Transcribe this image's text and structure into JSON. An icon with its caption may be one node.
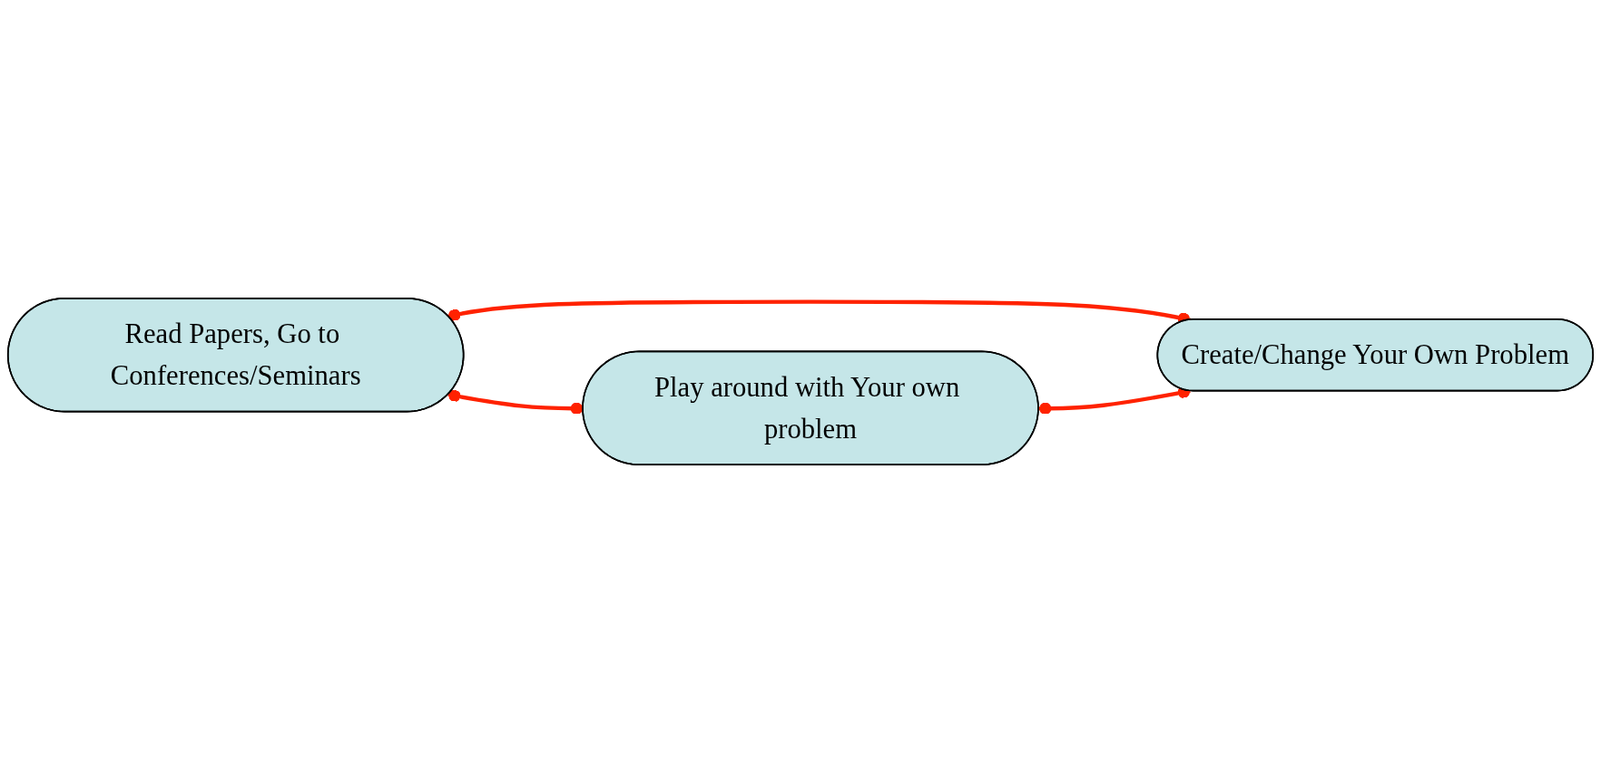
{
  "diagram": {
    "nodes": [
      {
        "text": [
          "Read Papers, Go to Conferences/Seminars"
        ]
      },
      {
        "text": [
          "Play around with Your own problem"
        ]
      },
      {
        "text": [
          "Create/Change Your Own Problem"
        ]
      }
    ],
    "edges": [
      {
        "from": 0,
        "to": 1,
        "arrow": "other",
        "color": "#ff2200"
      },
      {
        "from": 0,
        "to": 2,
        "arrow": "other",
        "color": "#ff2200"
      },
      {
        "from": 1,
        "to": 2,
        "arrow": "other",
        "color": "#ff2200"
      }
    ]
  }
}
